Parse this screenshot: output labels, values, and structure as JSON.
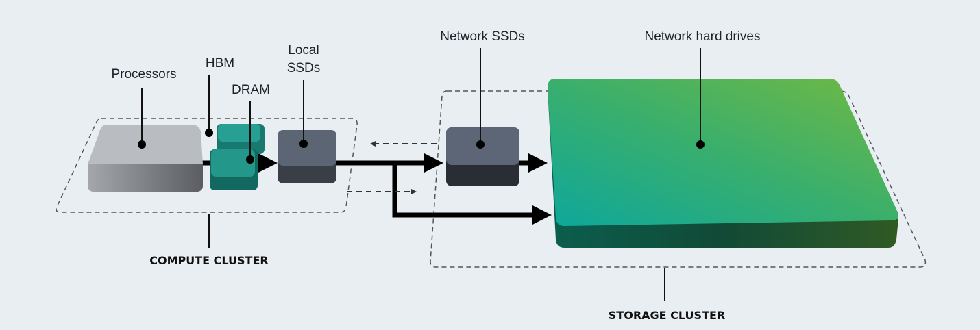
{
  "labels": {
    "processors": "Processors",
    "hbm": "HBM",
    "dram": "DRAM",
    "local_ssds_line1": "Local",
    "local_ssds_line2": "SSDs",
    "network_ssds": "Network SSDs",
    "network_hard_drives": "Network hard drives",
    "compute_cluster": "COMPUTE CLUSTER",
    "storage_cluster": "STORAGE CLUSTER"
  },
  "colors": {
    "background": "#e9eef3",
    "processor": "#b9bdc2",
    "memory_teal": "#1f9a8c",
    "ssd_gray": "#5c6574",
    "hdd_green_start": "#0fa59a",
    "hdd_green_end": "#70b843"
  }
}
